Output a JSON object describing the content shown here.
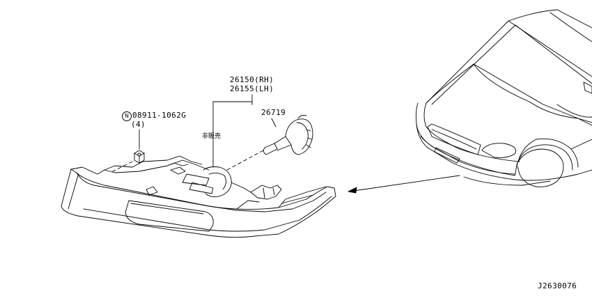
{
  "parts": {
    "headlamp_rh": "26150(RH)",
    "headlamp_lh": "26155(LH)",
    "bulb": "26719",
    "nut": "08911-1062G",
    "nut_qty": "(4)",
    "nut_prefix": "N",
    "not_sold": "非販売"
  },
  "diagram_id": "J2630076"
}
